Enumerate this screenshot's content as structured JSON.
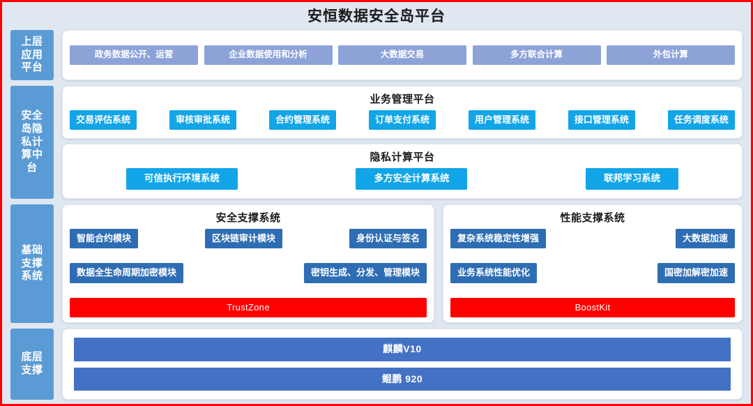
{
  "title": "安恒数据安全岛平台",
  "colors": {
    "canvas": "#dfe7f1",
    "frame": "#ff0000",
    "sidebar": "#5b9bd5",
    "periwinkle": "#8da3d8",
    "cyan": "#12a5e8",
    "steel": "#2e6db4",
    "red": "#ff0000",
    "band": "#4371c4"
  },
  "rows": {
    "apps": {
      "sidebar_label": "上层应用平台",
      "items": [
        {
          "label": "政务数据公开、运营"
        },
        {
          "label": "企业数据使用和分析"
        },
        {
          "label": "大数据交易"
        },
        {
          "label": "多方联合计算"
        },
        {
          "label": "外包计算"
        }
      ]
    },
    "middle": {
      "sidebar_label": "安全岛隐私计算中台",
      "business": {
        "title": "业务管理平台",
        "items": [
          {
            "label": "交易评估系统"
          },
          {
            "label": "审核审批系统"
          },
          {
            "label": "合约管理系统"
          },
          {
            "label": "订单支付系统"
          },
          {
            "label": "用户管理系统"
          },
          {
            "label": "接口管理系统"
          },
          {
            "label": "任务调度系统"
          }
        ]
      },
      "privacy": {
        "title": "隐私计算平台",
        "items": [
          {
            "label": "可信执行环境系统"
          },
          {
            "label": "多方安全计算系统"
          },
          {
            "label": "联邦学习系统"
          }
        ]
      }
    },
    "base": {
      "sidebar_label": "基础支撑系统",
      "security": {
        "title": "安全支撑系统",
        "row1": [
          {
            "label": "智能合约模块"
          },
          {
            "label": "区块链审计模块"
          },
          {
            "label": "身份认证与签名"
          }
        ],
        "row2": [
          {
            "label": "数据全生命周期加密模块"
          },
          {
            "label": "密钥生成、分发、管理模块"
          }
        ],
        "footer": {
          "label": "TrustZone"
        }
      },
      "performance": {
        "title": "性能支撑系统",
        "row1": [
          {
            "label": "复杂系统稳定性增强"
          },
          {
            "label": "大数据加速"
          }
        ],
        "row2": [
          {
            "label": "业务系统性能优化"
          },
          {
            "label": "国密加解密加速"
          }
        ],
        "footer": {
          "label": "BoostKit"
        }
      }
    },
    "bottom": {
      "sidebar_label": "底层支撑",
      "items": [
        {
          "label": "麒麟V10"
        },
        {
          "label": "鲲鹏 920"
        }
      ]
    }
  }
}
